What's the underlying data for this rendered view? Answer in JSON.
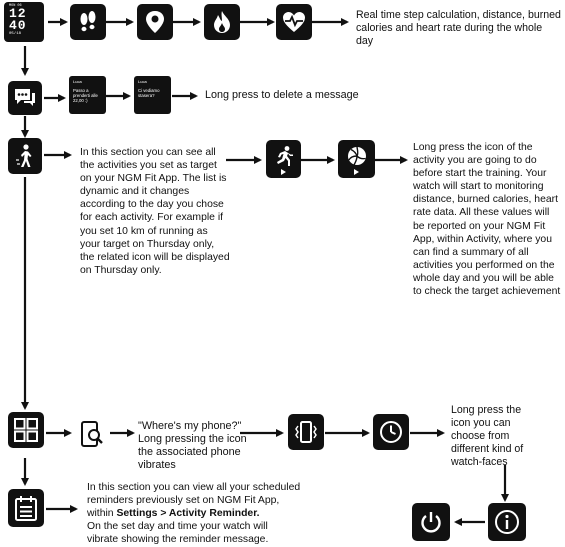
{
  "clock_face": {
    "date": "MON 06",
    "hours": "12",
    "minutes": "40",
    "bottom": "05/18"
  },
  "row1": {
    "description": "Real time step calculation, distance, burned calories and heart rate during the whole day"
  },
  "messages": {
    "screen1": {
      "header": "Luca",
      "text": "Passo a prenderti alle 22,00 :)"
    },
    "screen2": {
      "header": "Luca",
      "text": "Ci vediamo stasera?"
    },
    "description": "Long press to delete a message"
  },
  "activities": {
    "description": "In this section you can see all the activities you set as target on your NGM Fit App. The list is dynamic and it changes according to the day you chose for each activity. For example if you set 10 km of running as your target on Thursday only, the related icon will be displayed on Thursday only.",
    "long_press": "Long press the icon of the activity you are going to do before start the training. Your watch will start to monitoring distance, burned calories, heart rate data. All these values will be reported on your NGM Fit App, within Activity, where you can find a summary of all activities you performed on the whole day and you will be able to check the target achievement"
  },
  "find_phone": {
    "title": "\"Where's my phone?\"",
    "description": "Long pressing the icon the associated phone vibrates"
  },
  "watch_faces": {
    "description": "Long press the icon you can choose from different kind of watch-faces"
  },
  "reminders": {
    "line1": "In this section you can view all your scheduled",
    "line2": "reminders previously set on NGM Fit App,",
    "line3_prefix": "within ",
    "line3_bold": "Settings > Activity Reminder.",
    "line4": "On the set day and time your watch will",
    "line5": "vibrate showing the reminder message."
  }
}
